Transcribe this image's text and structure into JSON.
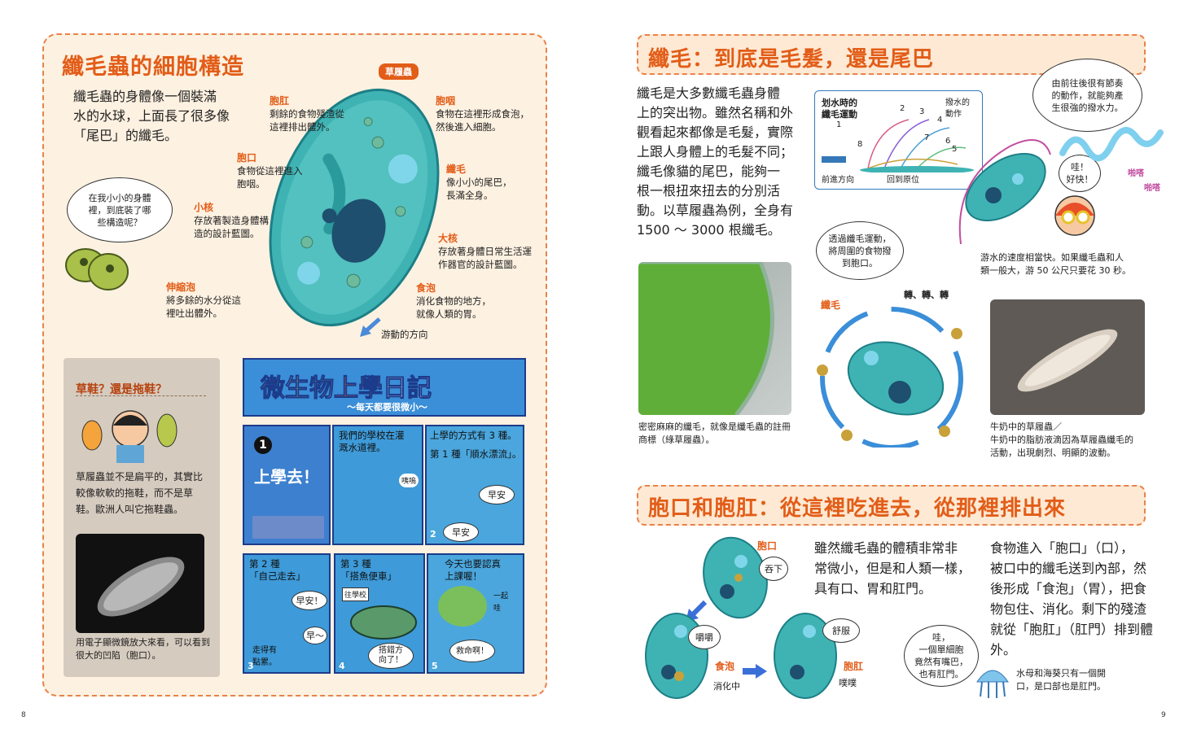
{
  "page_numbers": {
    "left": "8",
    "right": "9"
  },
  "left": {
    "title": "纖毛蟲的細胞構造",
    "intro": [
      "纖毛蟲的身體像一個裝滿",
      "水的水球，上面長了很多像",
      "「尾巴」的纖毛。"
    ],
    "tag": "草履蟲",
    "bubble": [
      "在我小小的身體",
      "裡，到底裝了哪",
      "些構造呢？"
    ],
    "labels": {
      "anus": {
        "name": "胞肛",
        "desc": [
          "剩餘的食物殘渣從",
          "這裡排出體外。"
        ]
      },
      "pharynx": {
        "name": "胞咽",
        "desc": [
          "食物在這裡形成食泡，",
          "然後進入細胞。"
        ]
      },
      "mouth": {
        "name": "胞口",
        "desc": [
          "食物從這裡進入",
          "胞咽。"
        ]
      },
      "cilia": {
        "name": "纖毛",
        "desc": [
          "像小小的尾巴，",
          "長滿全身。"
        ]
      },
      "micronucleus": {
        "name": "小核",
        "desc": [
          "存放著製造身體構",
          "造的設計藍圖。"
        ]
      },
      "macronucleus": {
        "name": "大核",
        "desc": [
          "存放著身體日常生活運",
          "作器官的設計藍圖。"
        ]
      },
      "vacuole": {
        "name": "伸縮泡",
        "desc": [
          "將多餘的水分從這",
          "裡吐出體外。"
        ]
      },
      "foodvac": {
        "name": "食泡",
        "desc": [
          "消化食物的地方，",
          "就像人類的胃。"
        ]
      }
    },
    "direction": "游動的方向",
    "note": {
      "title": "草鞋？還是拖鞋？",
      "text": [
        "草履蟲並不是扁平的，其實比",
        "較像軟軟的拖鞋，而不是草",
        "鞋。歐洲人叫它拖鞋蟲。"
      ],
      "caption": [
        "用電子顯微鏡放大來看，可以看到",
        "很大的凹陷（胞口）。"
      ]
    },
    "comic": {
      "title_parts": [
        "微生物",
        "上學",
        "日記"
      ],
      "subtitle": "～每天都要很微小～",
      "panels": [
        {
          "num": "1",
          "text": "上學去！"
        },
        {
          "num": "",
          "text": [
            "我們的學校在灌",
            "溉水道裡。"
          ],
          "sfx": "咦嗚"
        },
        {
          "num": "2",
          "text": [
            "上學的方式有 3 種。",
            "第 1 種「順水漂流」。"
          ],
          "bubbles": [
            "早安",
            "早安"
          ]
        },
        {
          "num": "3",
          "text": [
            "第 2 種",
            "「自己走去」"
          ],
          "bubbles": [
            "早安！",
            "早～"
          ],
          "sfx": [
            "走得有",
            "點累。"
          ]
        },
        {
          "num": "4",
          "text": [
            "第 3 種",
            "「搭魚便車」"
          ],
          "sign": "往學校",
          "bubbles": [
            "搭錯方",
            "向了！"
          ]
        },
        {
          "num": "5",
          "text": [
            "今天也要認真",
            "上課喔！"
          ],
          "bubbles": [
            "救命啊！"
          ],
          "sfx": [
            "一起",
            "哇"
          ]
        }
      ]
    }
  },
  "right": {
    "section1": {
      "title": "纖毛：到底是毛髮，還是尾巴",
      "text": [
        "纖毛是大多數纖毛蟲身體",
        "上的突出物。雖然名稱和外",
        "觀看起來都像是毛髮，實際",
        "上跟人身體上的毛髮不同；",
        "纖毛像貓的尾巴，能夠一",
        "根一根扭來扭去的分別活",
        "動。以草履蟲為例，全身有",
        "1500 ～ 3000 根纖毛。"
      ],
      "diagram": {
        "title": [
          "划水時的",
          "纖毛運動"
        ],
        "label_stroke": [
          "撥水的",
          "動作"
        ],
        "numbers": [
          "1",
          "2",
          "3",
          "4",
          "5",
          "6",
          "7",
          "8"
        ],
        "forward": "前進方向",
        "return": "回到原位"
      },
      "bubble_top": [
        "由前往後很有節奏",
        "的動作，就能夠產",
        "生很強的撥水力。"
      ],
      "swimmer_bubble": [
        "哇！",
        "好快！"
      ],
      "sfx": [
        "啪嗒",
        "啪嗒"
      ],
      "swim_caption": [
        "游水的速度相當快。如果纖毛蟲和人",
        "類一般大，游 50 公尺只要花 30 秒。"
      ],
      "photo1_caption": [
        "密密麻麻的纖毛，就像是纖毛蟲的註冊",
        "商標（綠草履蟲）。"
      ],
      "bubble_food": [
        "透過纖毛運動，",
        "將周圍的食物撥",
        "到胞口。"
      ],
      "cilia_label": "纖毛",
      "spin": "轉、轉、轉",
      "photo2_caption": [
        "牛奶中的草履蟲／",
        "牛奶中的脂肪液滴因為草履蟲纖毛的",
        "活動，出現劇烈、明顯的波動。"
      ]
    },
    "section2": {
      "title": "胞口和胞肛：從這裡吃進去，從那裡排出來",
      "text1": [
        "雖然纖毛蟲的體積非常非",
        "常微小，但是和人類一樣，",
        "具有口、胃和肛門。"
      ],
      "text2": [
        "食物進入「胞口」（口），",
        "被口中的纖毛送到內部，然",
        "後形成「食泡」（胃），把食",
        "物包住、消化。剩下的殘渣",
        "就從「胞肛」（肛門）排到體",
        "外。"
      ],
      "labels": {
        "mouth": "胞口",
        "foodvac": "食泡",
        "anus": "胞肛"
      },
      "bubbles": {
        "swallow": "吞下",
        "chew": "嚼嚼",
        "comfy": "舒服"
      },
      "digest": "消化中",
      "sfx_poop": "噗噗",
      "wow_bubble": [
        "哇，",
        "一個單細胞",
        "竟然有嘴巴，",
        "也有肛門。"
      ],
      "jelly_note": [
        "水母和海葵只有一個開",
        "口，是口部也是肛門。"
      ]
    }
  }
}
